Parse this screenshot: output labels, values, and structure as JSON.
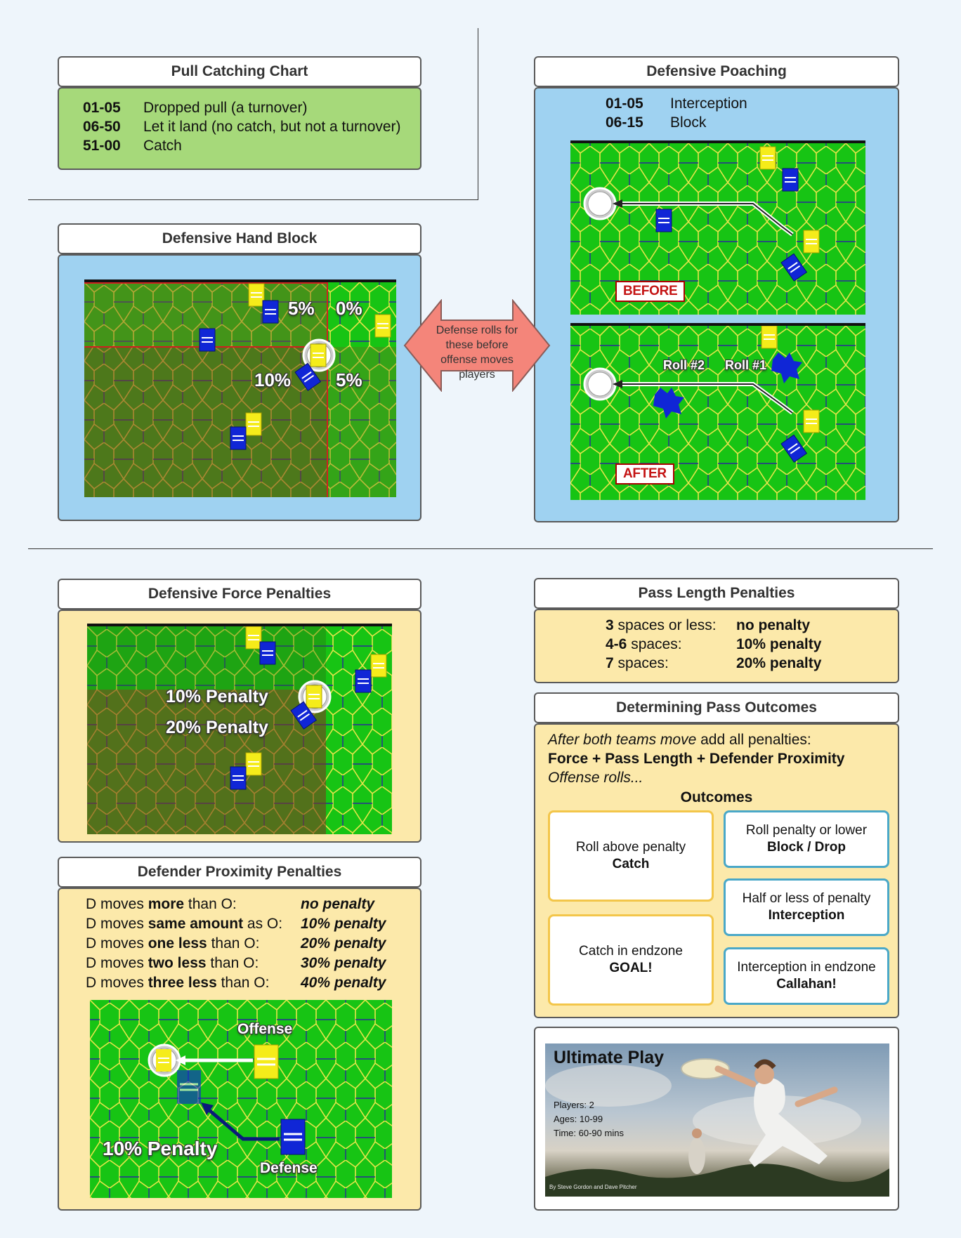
{
  "pull_chart": {
    "title": "Pull Catching Chart",
    "rows": [
      {
        "range": "01-05",
        "result": "Dropped pull (a turnover)"
      },
      {
        "range": "06-50",
        "result": "Let it land (no catch, but not a turnover)"
      },
      {
        "range": "51-00",
        "result": "Catch"
      }
    ]
  },
  "poaching": {
    "title": "Defensive Poaching",
    "rows": [
      {
        "range": "01-05",
        "result": "Interception"
      },
      {
        "range": "06-15",
        "result": "Block"
      }
    ],
    "before_label": "BEFORE",
    "after_label": "AFTER",
    "roll2": "Roll #2",
    "roll1": "Roll #1"
  },
  "hand_block": {
    "title": "Defensive Hand Block",
    "labels": [
      "5%",
      "0%",
      "10%",
      "5%"
    ]
  },
  "arrow_note": "Defense rolls for these before offense moves players",
  "force": {
    "title": "Defensive Force Penalties",
    "label1": "10% Penalty",
    "label2": "20% Penalty"
  },
  "proximity": {
    "title": "Defender Proximity Penalties",
    "rows": [
      {
        "pre": "D moves ",
        "bold": "more",
        "post": " than O:",
        "penalty": "no penalty"
      },
      {
        "pre": "D moves ",
        "bold": "same amount",
        "post": " as O:",
        "penalty": "10% penalty"
      },
      {
        "pre": "D moves ",
        "bold": "one less",
        "post": " than O:",
        "penalty": "20% penalty"
      },
      {
        "pre": "D moves ",
        "bold": "two less",
        "post": " than O:",
        "penalty": "30% penalty"
      },
      {
        "pre": "D moves ",
        "bold": "three less",
        "post": " than O:",
        "penalty": "40% penalty"
      }
    ],
    "offense_label": "Offense",
    "defense_label": "Defense",
    "penalty_label": "10% Penalty"
  },
  "pass_length": {
    "title": "Pass Length Penalties",
    "rows": [
      {
        "num": "3",
        "text": " spaces or less:",
        "penalty": "no penalty"
      },
      {
        "num": "4-6",
        "text": " spaces:",
        "penalty": "10% penalty"
      },
      {
        "num": "7",
        "text": " spaces:",
        "penalty": "20% penalty"
      }
    ]
  },
  "outcomes": {
    "title": "Determining Pass Outcomes",
    "line1_italic": "After both teams move",
    "line1_rest": " add all penalties:",
    "line2": "Force + Pass Length + Defender Proximity",
    "line3": "Offense rolls...",
    "heading": "Outcomes",
    "boxes": [
      {
        "top": "Roll above penalty",
        "bottom": "Catch"
      },
      {
        "top": "Roll penalty or lower",
        "bottom": "Block / Drop"
      },
      {
        "top": "Half or less of penalty",
        "bottom": "Interception"
      },
      {
        "top": "Catch in endzone",
        "bottom": "GOAL!"
      },
      {
        "top": "Interception in endzone",
        "bottom": "Callahan!"
      }
    ]
  },
  "promo": {
    "title": "Ultimate Play",
    "players": "Players: 2",
    "ages": "Ages: 10-99",
    "time": "Time: 60-90 mins",
    "credit": "By Steve Gordon and Dave Pitcher"
  },
  "colors": {
    "field_green": "#17c414",
    "offense_yellow": "#f5ec1a",
    "defense_blue": "#1026d6",
    "panel_blue": "#9fd2f1",
    "panel_tan": "#fce9aa",
    "panel_green": "#a6d97a"
  }
}
